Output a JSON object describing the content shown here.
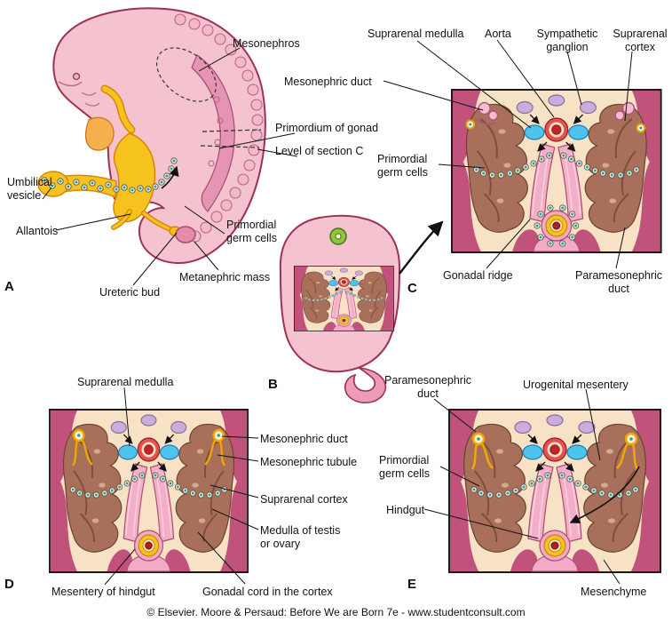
{
  "panels": {
    "a": {
      "letter": "A",
      "labels": {
        "mesonephros": "Mesonephros",
        "primordium_of_gonad": "Primordium of gonad",
        "level_of_section_c": "Level of section C",
        "umbilical_vesicle": "Umbilical\nvesicle",
        "allantois": "Allantois",
        "primordial_germ_cells": "Primordial\ngerm cells",
        "metanephric_mass": "Metanephric mass",
        "ureteric_bud": "Ureteric bud"
      }
    },
    "b": {
      "letter": "B"
    },
    "c": {
      "letter": "C",
      "labels": {
        "suprarenal_medulla": "Suprarenal medulla",
        "aorta": "Aorta",
        "sympathetic_ganglion": "Sympathetic\nganglion",
        "suprarenal_cortex": "Suprarenal\ncortex",
        "mesonephric_duct": "Mesonephric duct",
        "primordial_germ_cells": "Primordial\ngerm cells",
        "gonadal_ridge": "Gonadal ridge",
        "paramesonephric_duct": "Paramesonephric\nduct"
      }
    },
    "d": {
      "letter": "D",
      "labels": {
        "suprarenal_medulla": "Suprarenal medulla",
        "mesonephric_duct": "Mesonephric duct",
        "mesonephric_tubule": "Mesonephric tubule",
        "suprarenal_cortex": "Suprarenal cortex",
        "medulla_of_testis_or_ovary": "Medulla of testis\nor ovary",
        "mesentery_of_hindgut": "Mesentery of hindgut",
        "gonadal_cord_in_the_cortex": "Gonadal cord in the cortex"
      }
    },
    "e": {
      "letter": "E",
      "labels": {
        "paramesonephric_duct": "Paramesonephric\nduct",
        "urogenital_mesentery": "Urogenital mesentery",
        "primordial_germ_cells": "Primordial\ngerm cells",
        "hindgut": "Hindgut",
        "mesenchyme": "Mesenchyme"
      }
    }
  },
  "footer": {
    "credit": "© Elsevier. Moore & Persaud: Before We are Born 7e - www.studentconsult.com"
  }
}
